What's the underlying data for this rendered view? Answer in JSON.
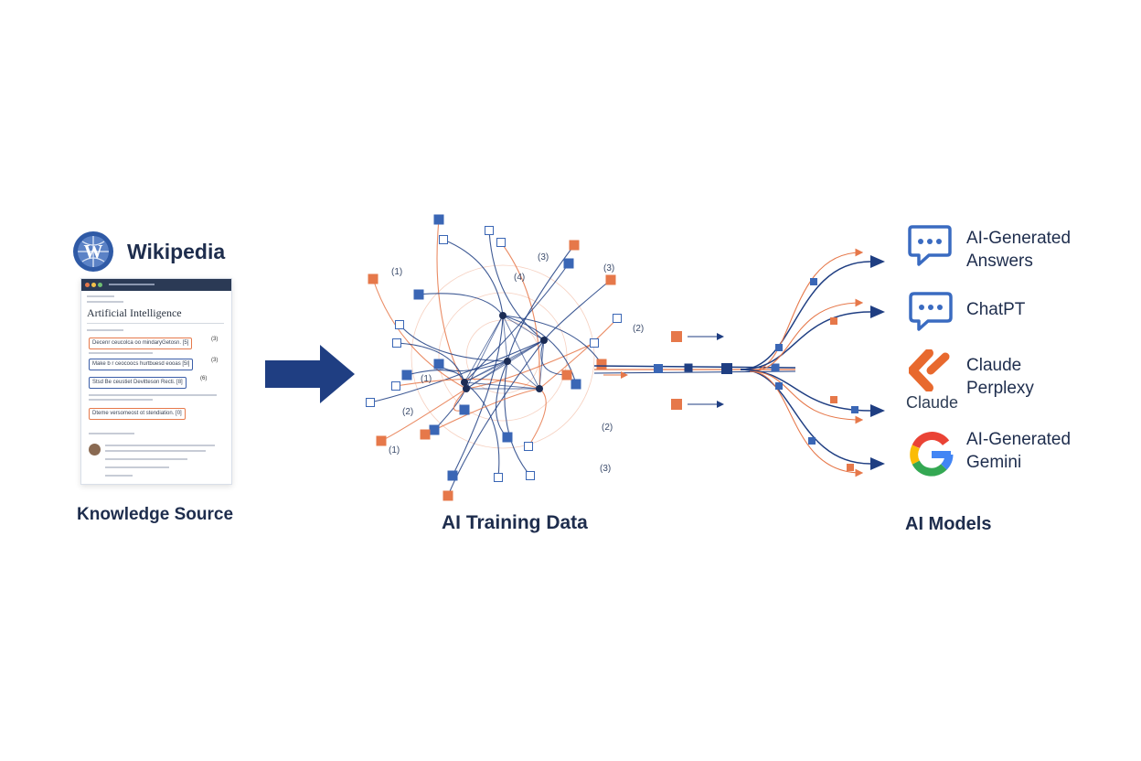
{
  "colors": {
    "navy": "#1f3e82",
    "orange": "#e6784a",
    "blue": "#3a66b5",
    "text": "#1e2d4d"
  },
  "source": {
    "wiki_title": "Wikipedia",
    "wiki_logo_letter": "W",
    "article_title": "Artificial Intelligence",
    "refs": [
      {
        "text": "Decenr ceucolca oo mindaryGetosn. [5]",
        "note": "(3)"
      },
      {
        "text": "Make b r ceocoocs hurtbuesd eooas [5l]",
        "note": "(3)"
      },
      {
        "text": "Stsd Be ceustiet Devitteson Recti. [8]",
        "note": "(6)"
      },
      {
        "text": "Dteme versomeost ot stendiation. [0]",
        "note": ""
      }
    ],
    "label": "Knowledge Source"
  },
  "training": {
    "label": "AI Training Data",
    "markers": [
      "(1)",
      "(4)",
      "(3)",
      "(3)",
      "(2)",
      "(1)",
      "(2)",
      "(1)",
      "(2)",
      "(3)"
    ]
  },
  "models": {
    "items": [
      {
        "icon": "chat-bubble-icon",
        "lines": [
          "AI-Generated",
          "Answers"
        ]
      },
      {
        "icon": "chat-bubble-icon",
        "lines": [
          "ChatPT"
        ]
      },
      {
        "icon": "claude-logo-icon",
        "lines": [
          "Claude",
          "Perplexy"
        ],
        "caption": "Claude"
      },
      {
        "icon": "google-g-icon",
        "lines": [
          "AI-Generated",
          "Gemini"
        ]
      }
    ],
    "label": "AI Models"
  }
}
